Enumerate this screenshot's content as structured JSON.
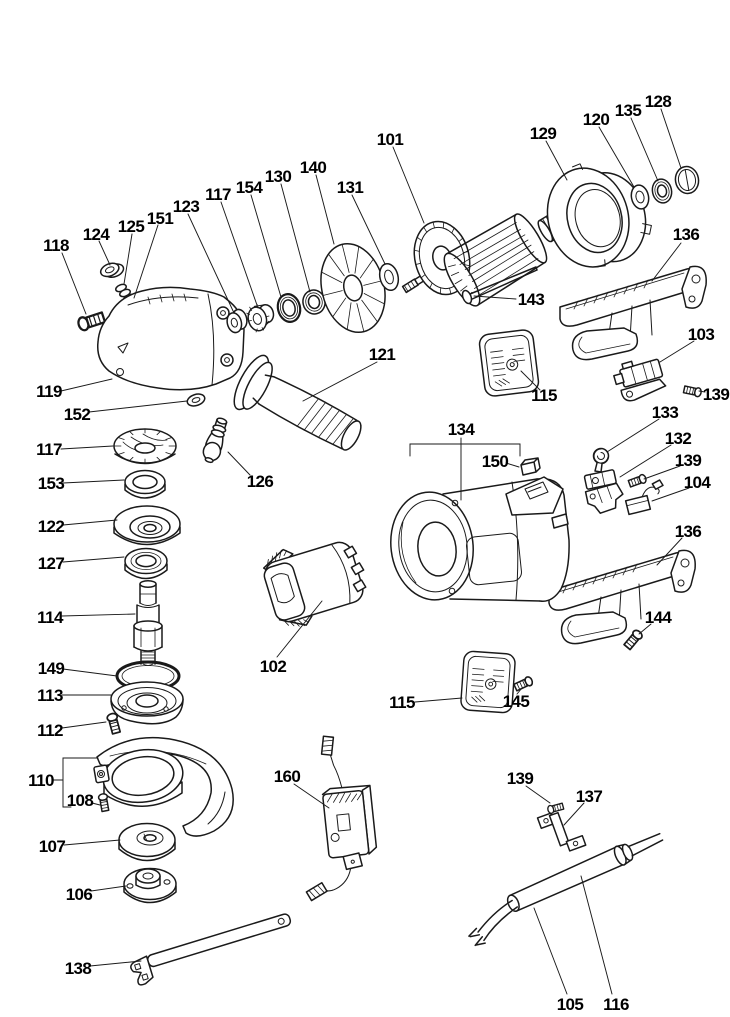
{
  "page": {
    "background": "#ffffff",
    "ink_color": "#1a1a1a"
  },
  "callouts": {
    "c118": "118",
    "c124": "124",
    "c125": "125",
    "c151": "151",
    "c123": "123",
    "c117a": "117",
    "c154": "154",
    "c130": "130",
    "c140": "140",
    "c131": "131",
    "c101": "101",
    "c129": "129",
    "c120": "120",
    "c135": "135",
    "c128": "128",
    "c136a": "136",
    "c143": "143",
    "c103": "103",
    "c121": "121",
    "c119": "119",
    "c152": "152",
    "c117b": "117",
    "c153": "153",
    "c122": "122",
    "c127": "127",
    "c114": "114",
    "c149": "149",
    "c113": "113",
    "c112": "112",
    "c126": "126",
    "c102": "102",
    "c115a": "115",
    "c134": "134",
    "c150": "150",
    "c139a": "139",
    "c133": "133",
    "c132": "132",
    "c139b": "139",
    "c104": "104",
    "c136b": "136",
    "c144": "144",
    "c115b": "115",
    "c145": "145",
    "c110": "110",
    "c108": "108",
    "c107": "107",
    "c106": "106",
    "c138": "138",
    "c160": "160",
    "c139c": "139",
    "c137": "137",
    "c105": "105",
    "c116": "116"
  }
}
